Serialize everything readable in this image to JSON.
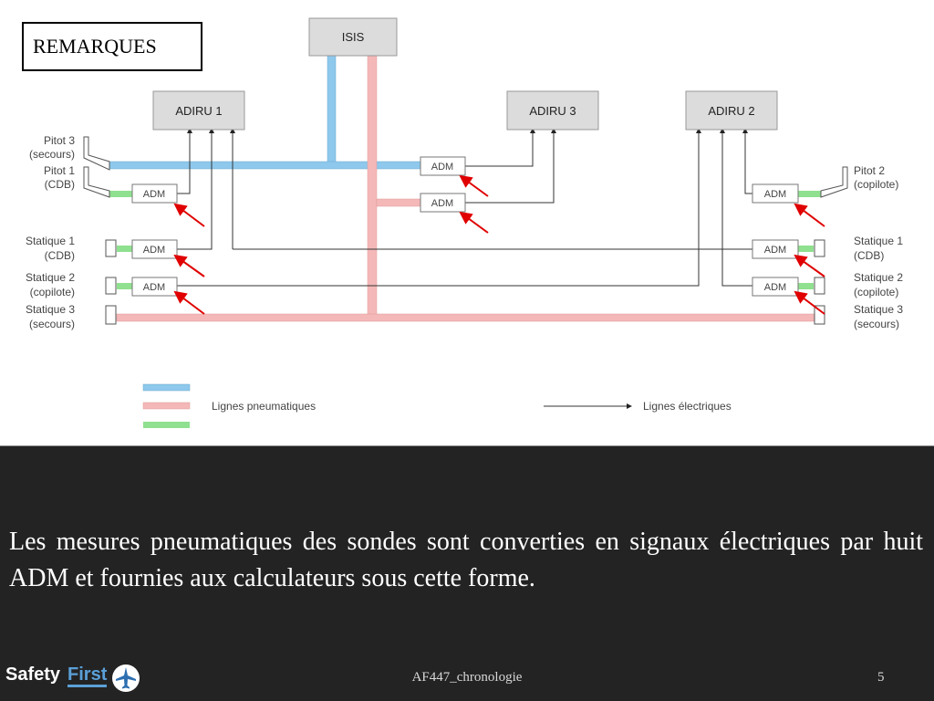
{
  "remarques": "REMARQUES",
  "diagram": {
    "isis": "ISIS",
    "adiru1": "ADIRU 1",
    "adiru2": "ADIRU 2",
    "adiru3": "ADIRU 3",
    "adm": "ADM",
    "left_labels": {
      "pitot3_a": "Pitot 3",
      "pitot3_b": "(secours)",
      "pitot1_a": "Pitot 1",
      "pitot1_b": "(CDB)",
      "stat1_a": "Statique 1",
      "stat1_b": "(CDB)",
      "stat2_a": "Statique 2",
      "stat2_b": "(copilote)",
      "stat3_a": "Statique 3",
      "stat3_b": "(secours)"
    },
    "right_labels": {
      "pitot2_a": "Pitot 2",
      "pitot2_b": "(copilote)",
      "stat1_a": "Statique 1",
      "stat1_b": "(CDB)",
      "stat2_a": "Statique 2",
      "stat2_b": "(copilote)",
      "stat3_a": "Statique 3",
      "stat3_b": "(secours)"
    },
    "legend": {
      "pneumatic": "Lignes pneumatiques",
      "electric": "Lignes électriques"
    },
    "colors": {
      "blue": "#8ec8ec",
      "pink": "#f5b8b8",
      "green": "#8fe08f",
      "box": "#dcdcdc",
      "arrow": "#e00000"
    }
  },
  "caption": "Les mesures pneumatiques des sondes sont converties en signaux électriques par huit ADM et fournies aux calculateurs sous cette forme.",
  "footer": {
    "center": "AF447_chronologie",
    "page": "5",
    "logo_word1": "Safety",
    "logo_word2": "First"
  }
}
